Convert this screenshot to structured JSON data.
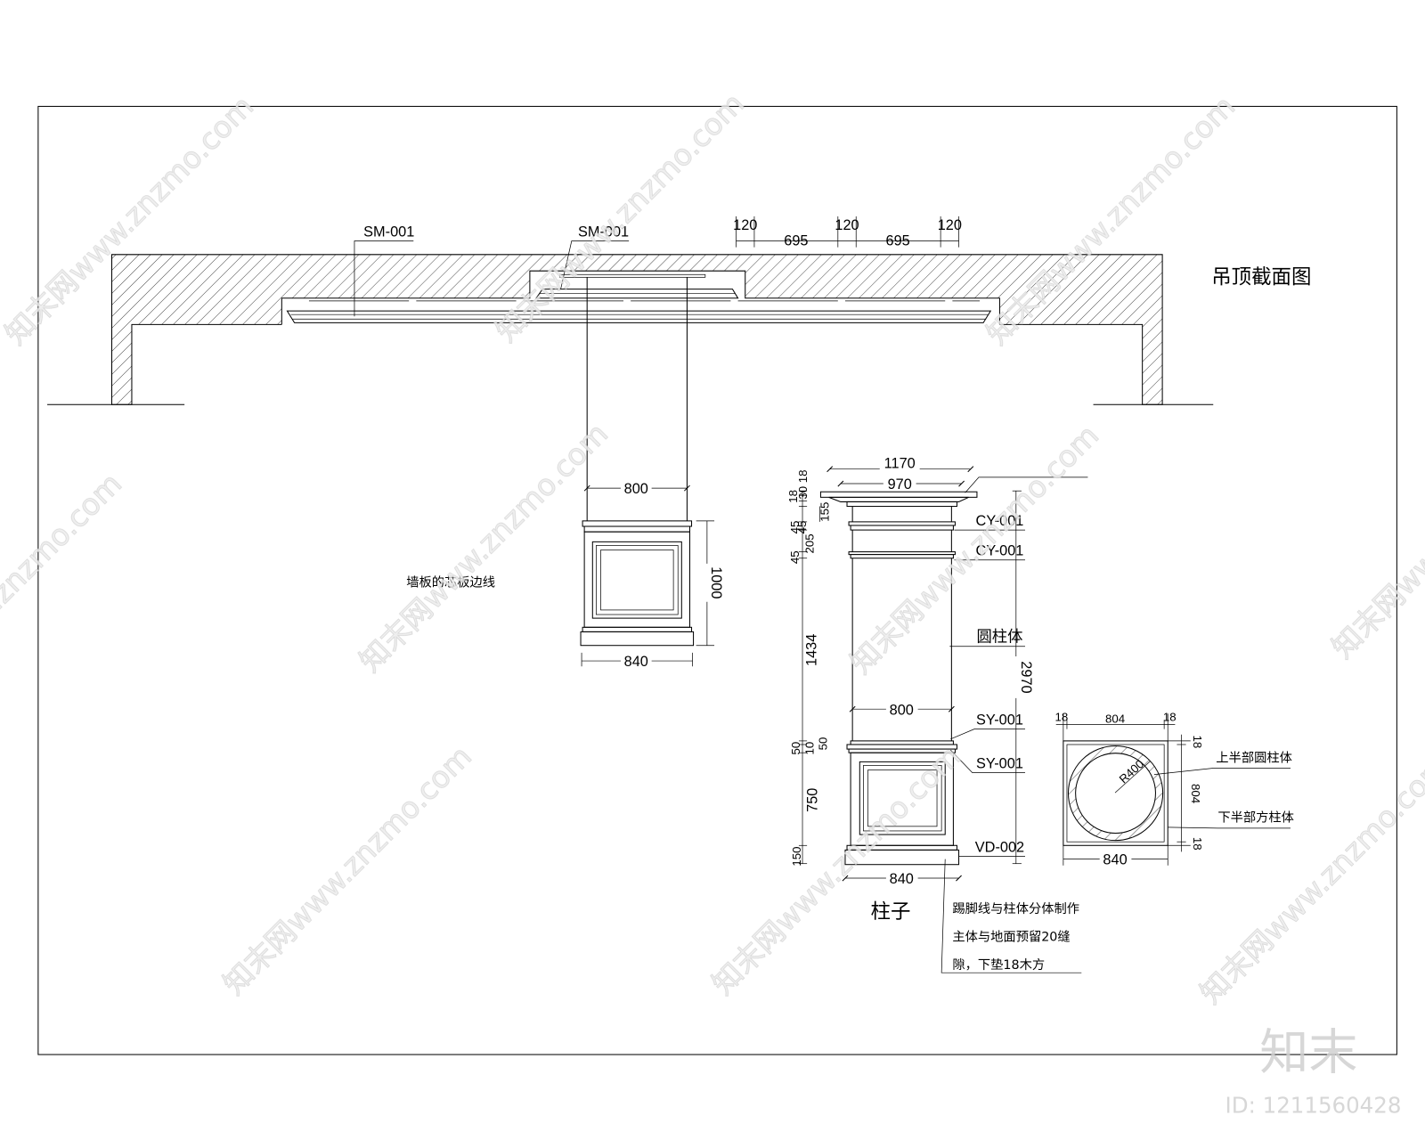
{
  "ceiling_section": {
    "title": "吊顶截面图",
    "labels": {
      "sm_left": "SM-001",
      "sm_center": "SM-001"
    },
    "dims": [
      "120",
      "695",
      "120",
      "695",
      "120"
    ]
  },
  "wall_column": {
    "width_dim": "800",
    "height_dim": "1000",
    "base_dim": "840",
    "note": "墙板的芯板边线"
  },
  "column_elevation": {
    "title": "柱子",
    "dims": {
      "cap_outer": "1170",
      "cap_inner": "970",
      "shaft": "800",
      "base": "840",
      "total": "2970",
      "left": [
        "18",
        "30",
        "18",
        "155",
        "45",
        "45",
        "205",
        "45",
        "1434",
        "50",
        "10",
        "50",
        "750",
        "150"
      ]
    },
    "labels": {
      "cy_upper": "CY-001",
      "cy_lower": "CY-001",
      "shaft": "圆柱体",
      "sy_upper": "SY-001",
      "sy_lower": "SY-001",
      "plinth": "VD-002"
    },
    "note": [
      "踢脚线与柱体分体制作",
      "主体与地面预留20缝",
      "隙，下垫18木方"
    ]
  },
  "plan_section": {
    "top": [
      "18",
      "804",
      "18"
    ],
    "right": [
      "18",
      "804",
      "18"
    ],
    "bottom": "840",
    "radius": "R400",
    "upper_label": "上半部圆柱体",
    "lower_label": "下半部方柱体"
  },
  "watermark": {
    "text": "知末网www.znzmo.com",
    "logo": "知末",
    "id": "ID: 1211560428"
  }
}
